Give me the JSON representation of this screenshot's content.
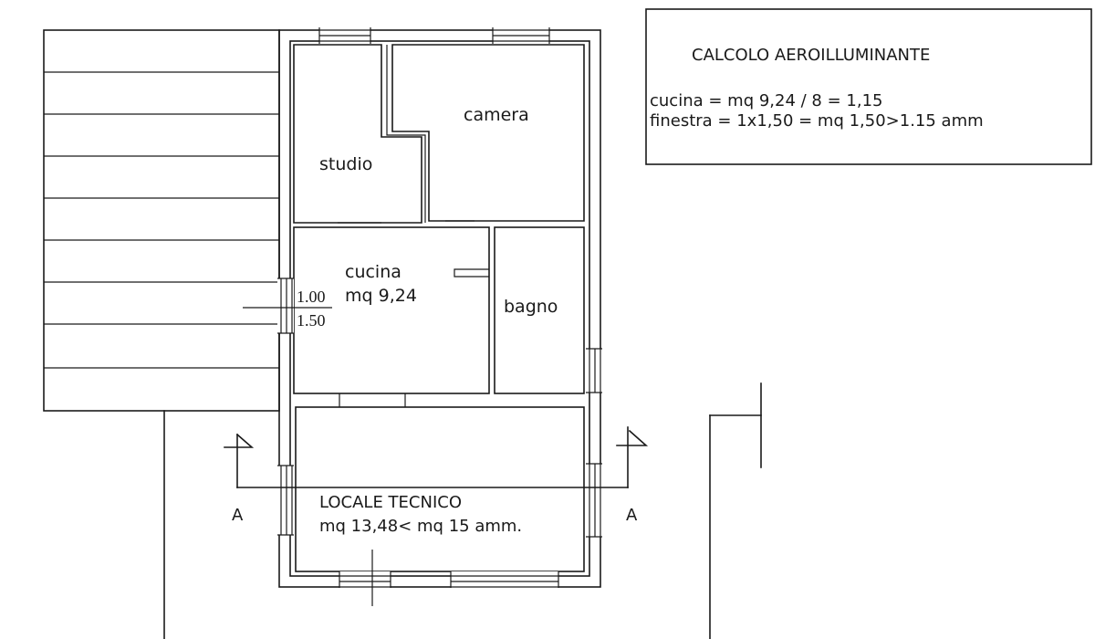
{
  "plan": {
    "rooms": {
      "studio": "studio",
      "camera": "camera",
      "cucina": "cucina",
      "cucina_area": "mq 9,24",
      "bagno": "bagno",
      "locale_title": "LOCALE TECNICO",
      "locale_area": "mq 13,48< mq 15 amm."
    },
    "window_dims": {
      "width": "1.00",
      "height": "1.50"
    },
    "section_marks": {
      "left": "A",
      "right": "A"
    }
  },
  "calc_box": {
    "title": "CALCOLO AEROILLUMINANTE",
    "line1": "cucina = mq 9,24 / 8  = 1,15",
    "line2": "finestra = 1x1,50 = mq 1,50>1.15 amm"
  }
}
